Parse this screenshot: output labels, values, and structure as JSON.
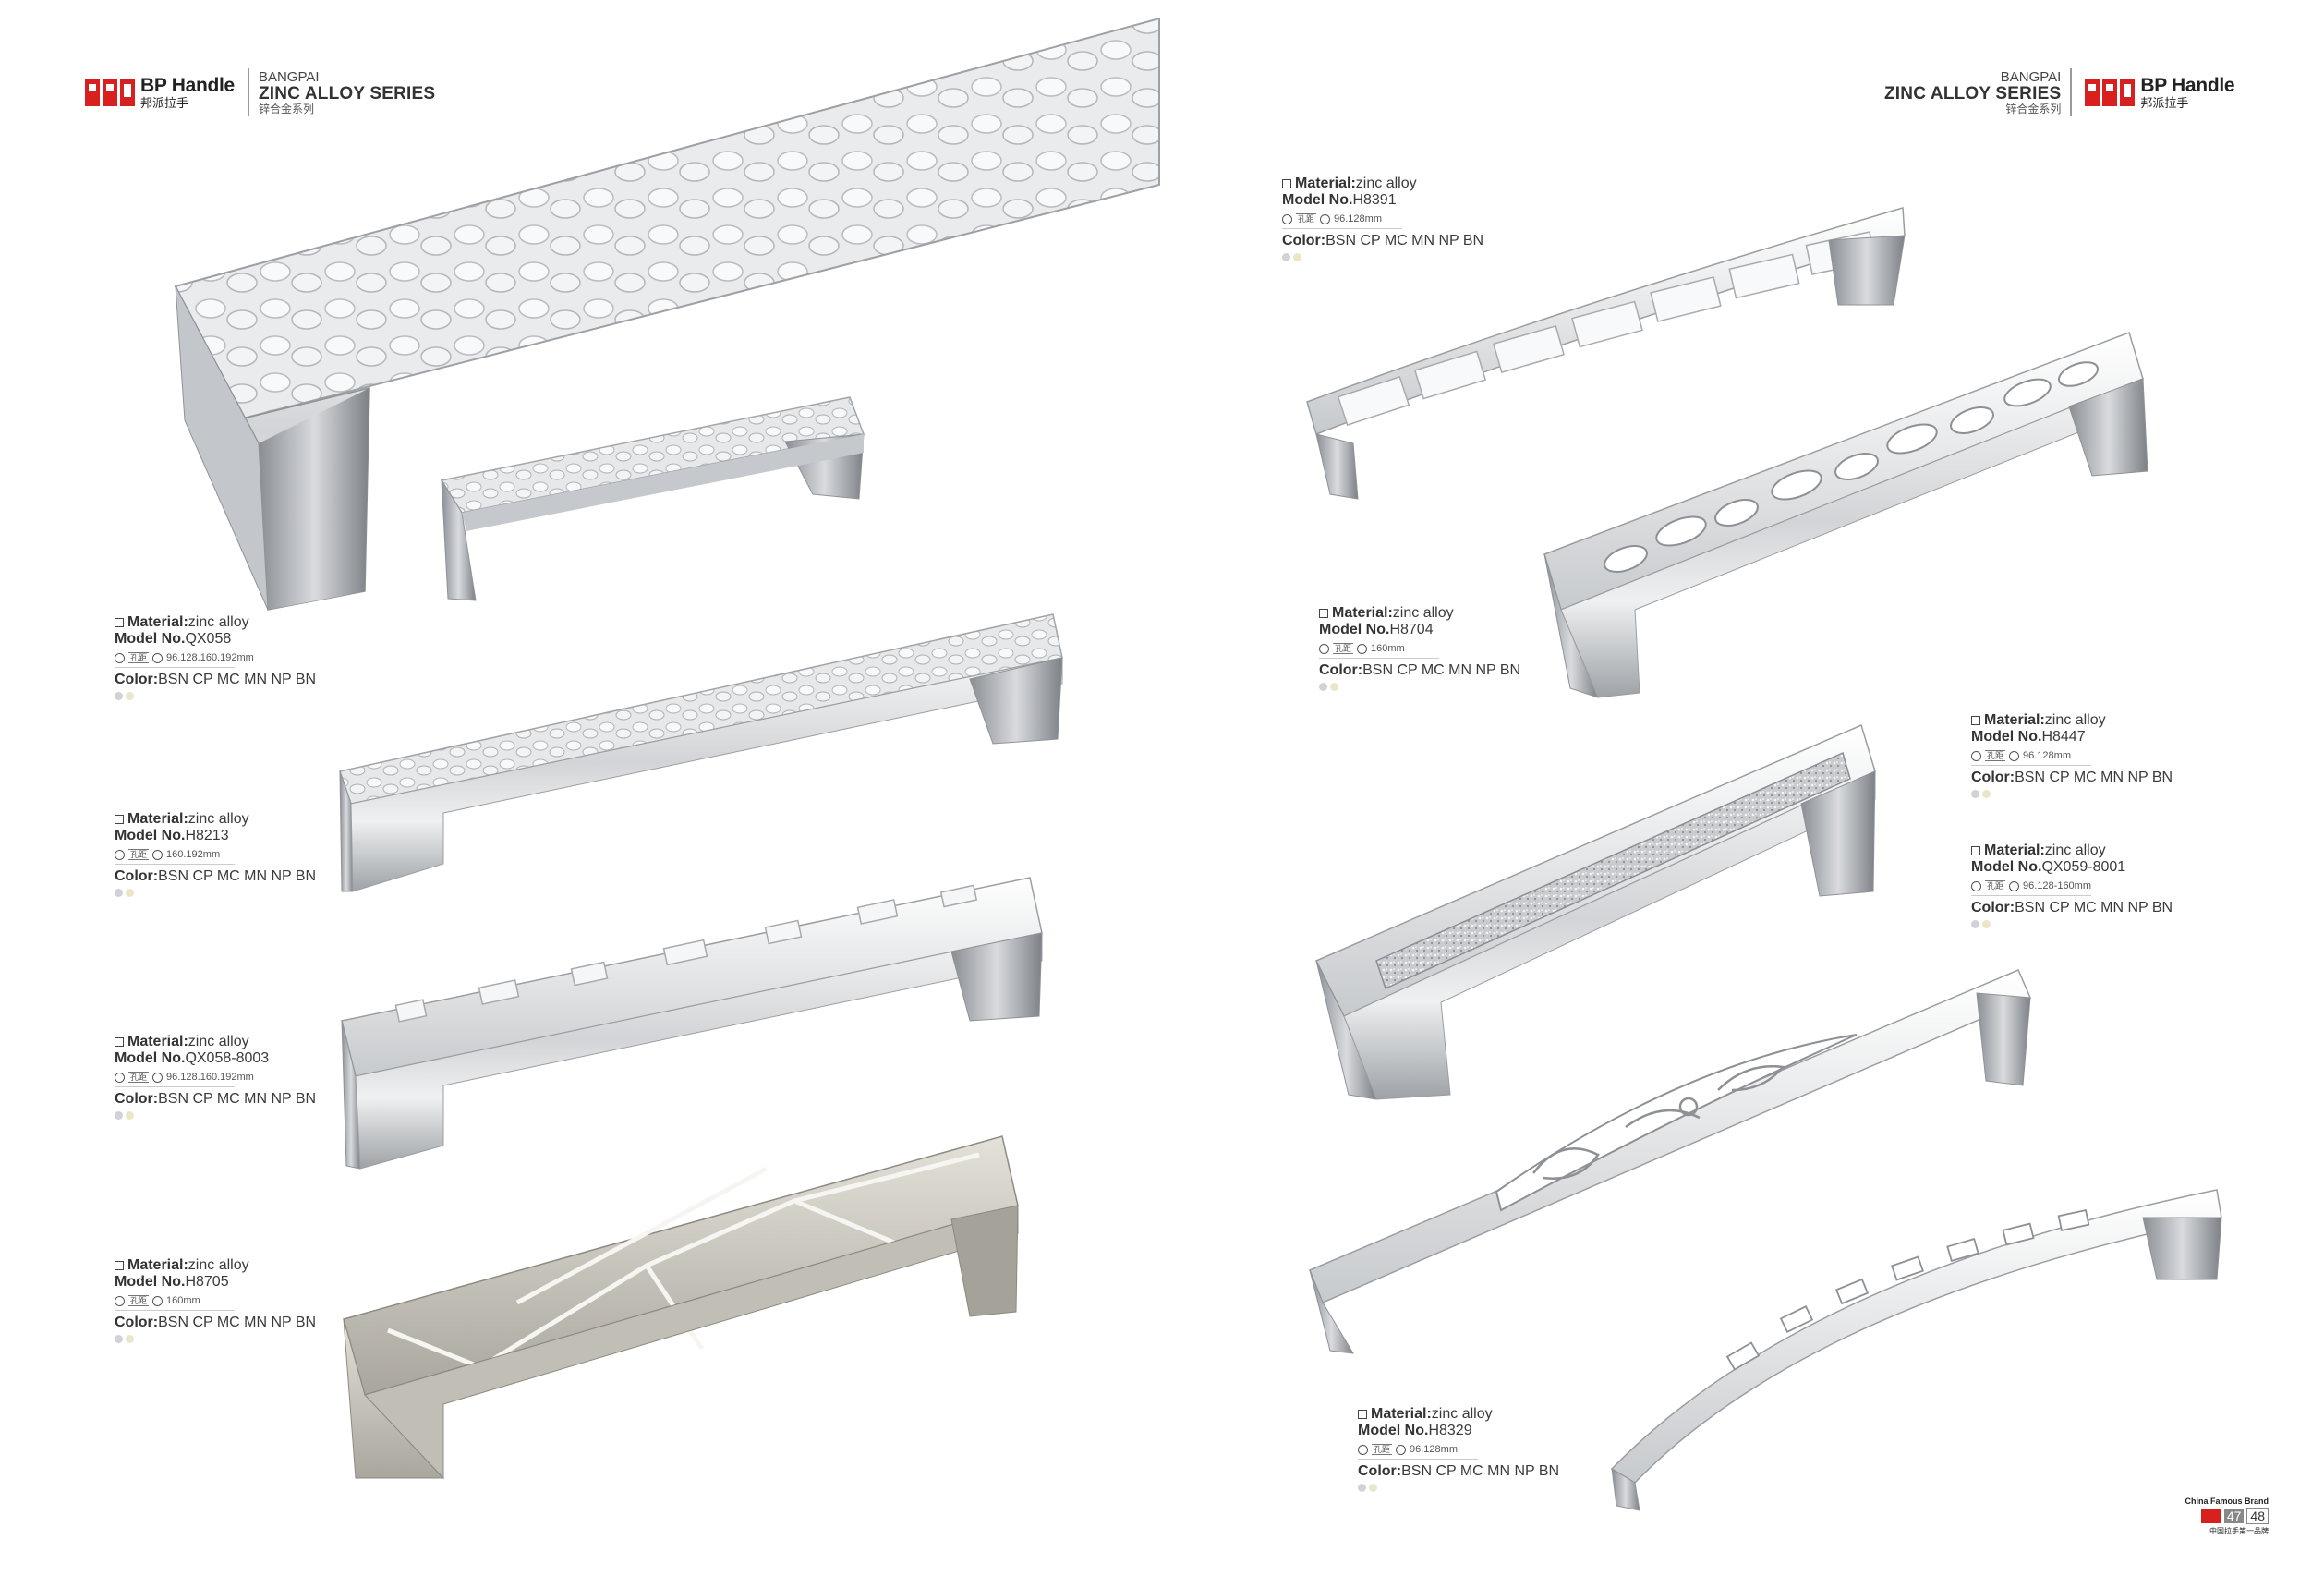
{
  "brand": {
    "name_en": "BP Handle",
    "name_cn": "邦派拉手",
    "series_top": "BANGPAI",
    "series_main": "ZINC ALLOY SERIES",
    "series_cn": "锌合金系列",
    "color": "#d8211e"
  },
  "labels": {
    "material": "Material:",
    "model": "Model No.",
    "color": "Color:",
    "hole_cn": "孔距"
  },
  "products": [
    {
      "material": "zinc alloy",
      "model": "QX058",
      "size": "96.128.160.192mm",
      "colors": "BSN CP MC MN NP BN"
    },
    {
      "material": "zinc alloy",
      "model": "H8213",
      "size": "160.192mm",
      "colors": "BSN CP MC MN NP BN"
    },
    {
      "material": "zinc alloy",
      "model": "QX058-8003",
      "size": "96.128.160.192mm",
      "colors": "BSN CP MC MN NP BN"
    },
    {
      "material": "zinc alloy",
      "model": "H8705",
      "size": "160mm",
      "colors": "BSN CP MC MN NP BN"
    },
    {
      "material": "zinc alloy",
      "model": "H8391",
      "size": "96.128mm",
      "colors": "BSN CP MC MN NP BN"
    },
    {
      "material": "zinc alloy",
      "model": "H8704",
      "size": "160mm",
      "colors": "BSN CP MC MN NP BN"
    },
    {
      "material": "zinc alloy",
      "model": "H8447",
      "size": "96.128mm",
      "colors": "BSN CP MC MN NP BN"
    },
    {
      "material": "zinc alloy",
      "model": "QX059-8001",
      "size": "96.128-160mm",
      "colors": "BSN CP MC MN NP BN"
    },
    {
      "material": "zinc alloy",
      "model": "H8329",
      "size": "96.128mm",
      "colors": "BSN CP MC MN NP BN"
    }
  ],
  "footer": {
    "title": "China Famous Brand",
    "page_left": "47",
    "page_right": "48",
    "subtitle": "中国拉手第一品牌"
  },
  "images": [
    {
      "icon": "handle-large-hammered"
    },
    {
      "icon": "handle-small-hammered"
    },
    {
      "icon": "handle-h8213"
    },
    {
      "icon": "handle-qx058-8003"
    },
    {
      "icon": "handle-h8705"
    },
    {
      "icon": "handle-h8391"
    },
    {
      "icon": "handle-h8704"
    },
    {
      "icon": "handle-h8447"
    },
    {
      "icon": "handle-qx059-8001"
    },
    {
      "icon": "handle-h8329"
    }
  ]
}
